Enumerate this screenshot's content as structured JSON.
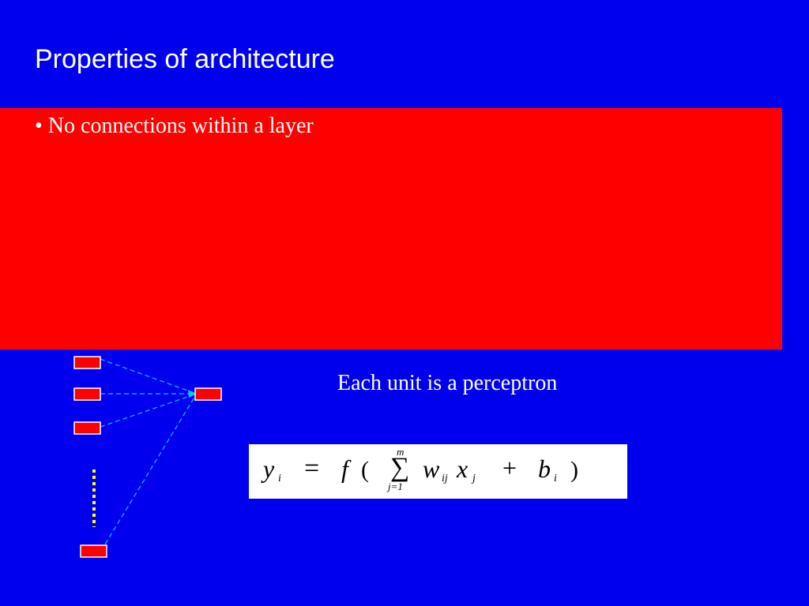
{
  "slide": {
    "title": "Properties of architecture",
    "bullet": "• No connections within a layer",
    "caption": "Each unit is a perceptron"
  },
  "formula": {
    "y": "y",
    "i": "i",
    "equals": "=",
    "f": "f",
    "open_paren": "(",
    "sigma": "∑",
    "upper_limit": "m",
    "lower_limit": "j=1",
    "w": "w",
    "ij": "ij",
    "x": "x",
    "j": "j",
    "plus": "+",
    "b": "b",
    "bi": "i",
    "close_paren": ")"
  },
  "colors": {
    "background": "#0000ee",
    "panel": "#ff0000",
    "unit_fill": "#ff0000",
    "connection": "#00ccff",
    "ellipsis": "#ffff00",
    "text": "#ffffff"
  }
}
